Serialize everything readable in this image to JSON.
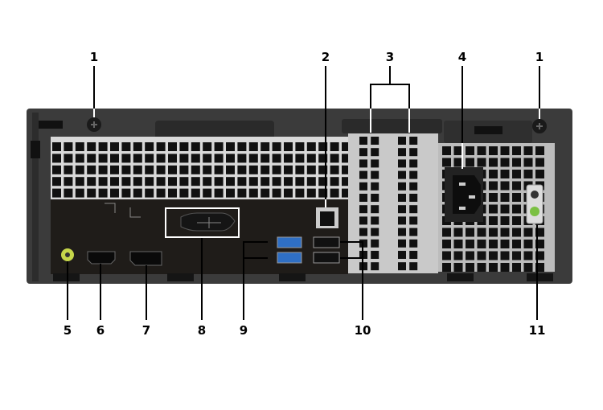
{
  "callouts": {
    "c1a": "1",
    "c2": "2",
    "c3": "3",
    "c4": "4",
    "c1b": "1",
    "c5": "5",
    "c6": "6",
    "c7": "7",
    "c8": "8",
    "c9": "9",
    "c10": "10",
    "c11": "11"
  },
  "colors": {
    "chassis": "#3b3b3b",
    "io_panel": "#1f1c19",
    "vent": "#d9d9d9",
    "usb3_blue": "#2f6fc4",
    "audio_jack": "#c6d64a",
    "psu_led": "#7bc043"
  },
  "icons": [
    "audio-icon",
    "hdmi-icon",
    "displayport-icon",
    "network-icon",
    "usb-icon",
    "power-socket-icon",
    "screw-icon"
  ]
}
